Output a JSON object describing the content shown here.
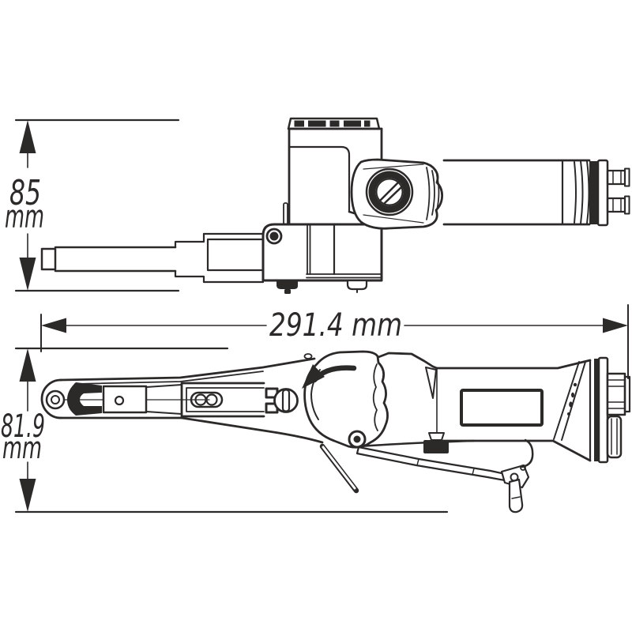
{
  "page": {
    "background_color": "#ffffff",
    "line_color": "#2b2a29",
    "description": "Two-view technical dimensional line drawing of a pneumatic belt sander (top view above, side view below) with dimension arrows"
  },
  "diagram": {
    "views": [
      {
        "id": "top-view",
        "position": "upper half"
      },
      {
        "id": "side-view",
        "position": "lower half"
      }
    ],
    "icons": [
      {
        "name": "belt-direction-arrow-icon",
        "meaning": "curved arrow on pulley cover showing belt running direction"
      }
    ],
    "dimensions": {
      "height_top": {
        "value": "85",
        "unit": "mm",
        "orientation": "vertical",
        "applies_to": "top view"
      },
      "length": {
        "value": "291.4",
        "unit": "mm",
        "label": "291.4 mm",
        "orientation": "horizontal",
        "applies_to": "side view overall length"
      },
      "height_bottom": {
        "value": "81.9",
        "unit": "mm",
        "orientation": "vertical",
        "applies_to": "side view"
      }
    }
  }
}
